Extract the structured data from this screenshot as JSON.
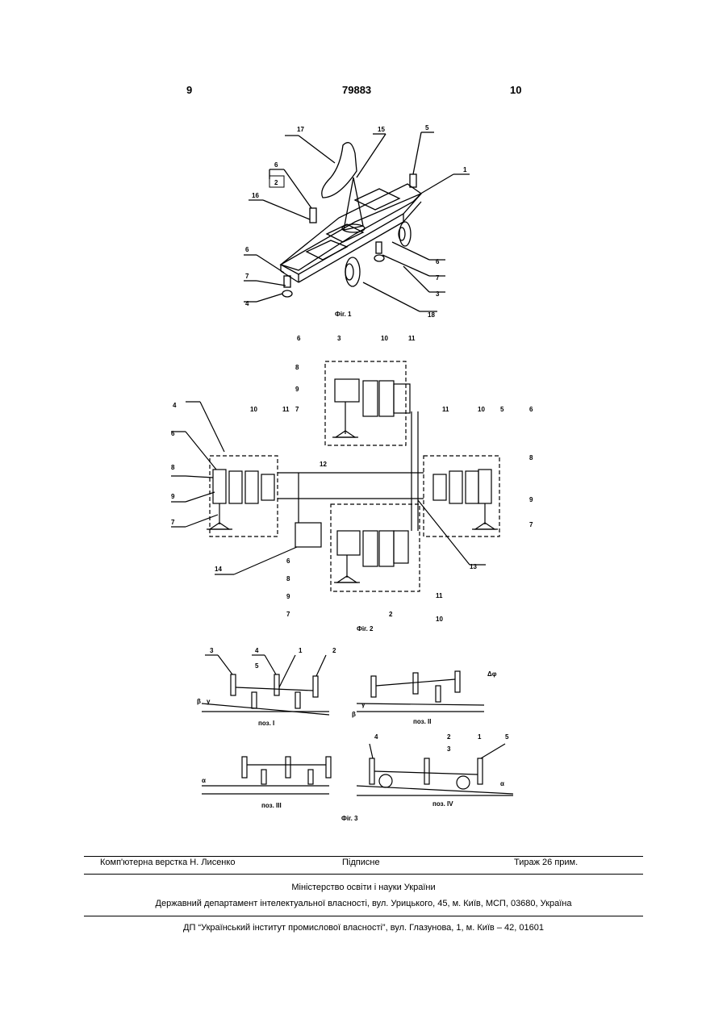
{
  "header": {
    "page_left": "9",
    "patent_number": "79883",
    "page_right": "10"
  },
  "fig1": {
    "caption": "Фіг. 1",
    "labels": [
      "17",
      "15",
      "5",
      "1",
      "6",
      "2",
      "16",
      "6",
      "7",
      "4",
      "6",
      "7",
      "3",
      "18"
    ]
  },
  "fig2": {
    "caption": "Фіг. 2",
    "labels": [
      "6",
      "3",
      "10",
      "11",
      "8",
      "9",
      "7",
      "4",
      "10",
      "11",
      "6",
      "8",
      "9",
      "7",
      "12",
      "11",
      "10",
      "5",
      "6",
      "8",
      "9",
      "7",
      "14",
      "6",
      "8",
      "9",
      "7",
      "13",
      "11",
      "2",
      "10"
    ]
  },
  "fig3": {
    "caption": "Фіг. 3",
    "panels": [
      {
        "caption": "поз. І",
        "labels": [
          "3",
          "4",
          "1",
          "2",
          "5",
          "β",
          "γ"
        ]
      },
      {
        "caption": "поз. ІІ",
        "labels": [
          "Δφ",
          "β",
          "γ"
        ]
      },
      {
        "caption": "поз. ІІІ",
        "labels": [
          "α"
        ]
      },
      {
        "caption": "поз. IV",
        "labels": [
          "4",
          "2",
          "3",
          "1",
          "5",
          "α"
        ]
      }
    ]
  },
  "footer": {
    "layout": "Комп'ютерна верстка Н. Лисенко",
    "signed": "Підписне",
    "circulation": "Тираж 26 прим.",
    "ministry": "Міністерство освіти і науки України",
    "department": "Державний департамент інтелектуальної власності, вул. Урицького, 45, м. Київ, МСП, 03680, Україна",
    "institute": "ДП “Український інститут промислової власності”, вул. Глазунова, 1, м. Київ – 42, 01601"
  }
}
